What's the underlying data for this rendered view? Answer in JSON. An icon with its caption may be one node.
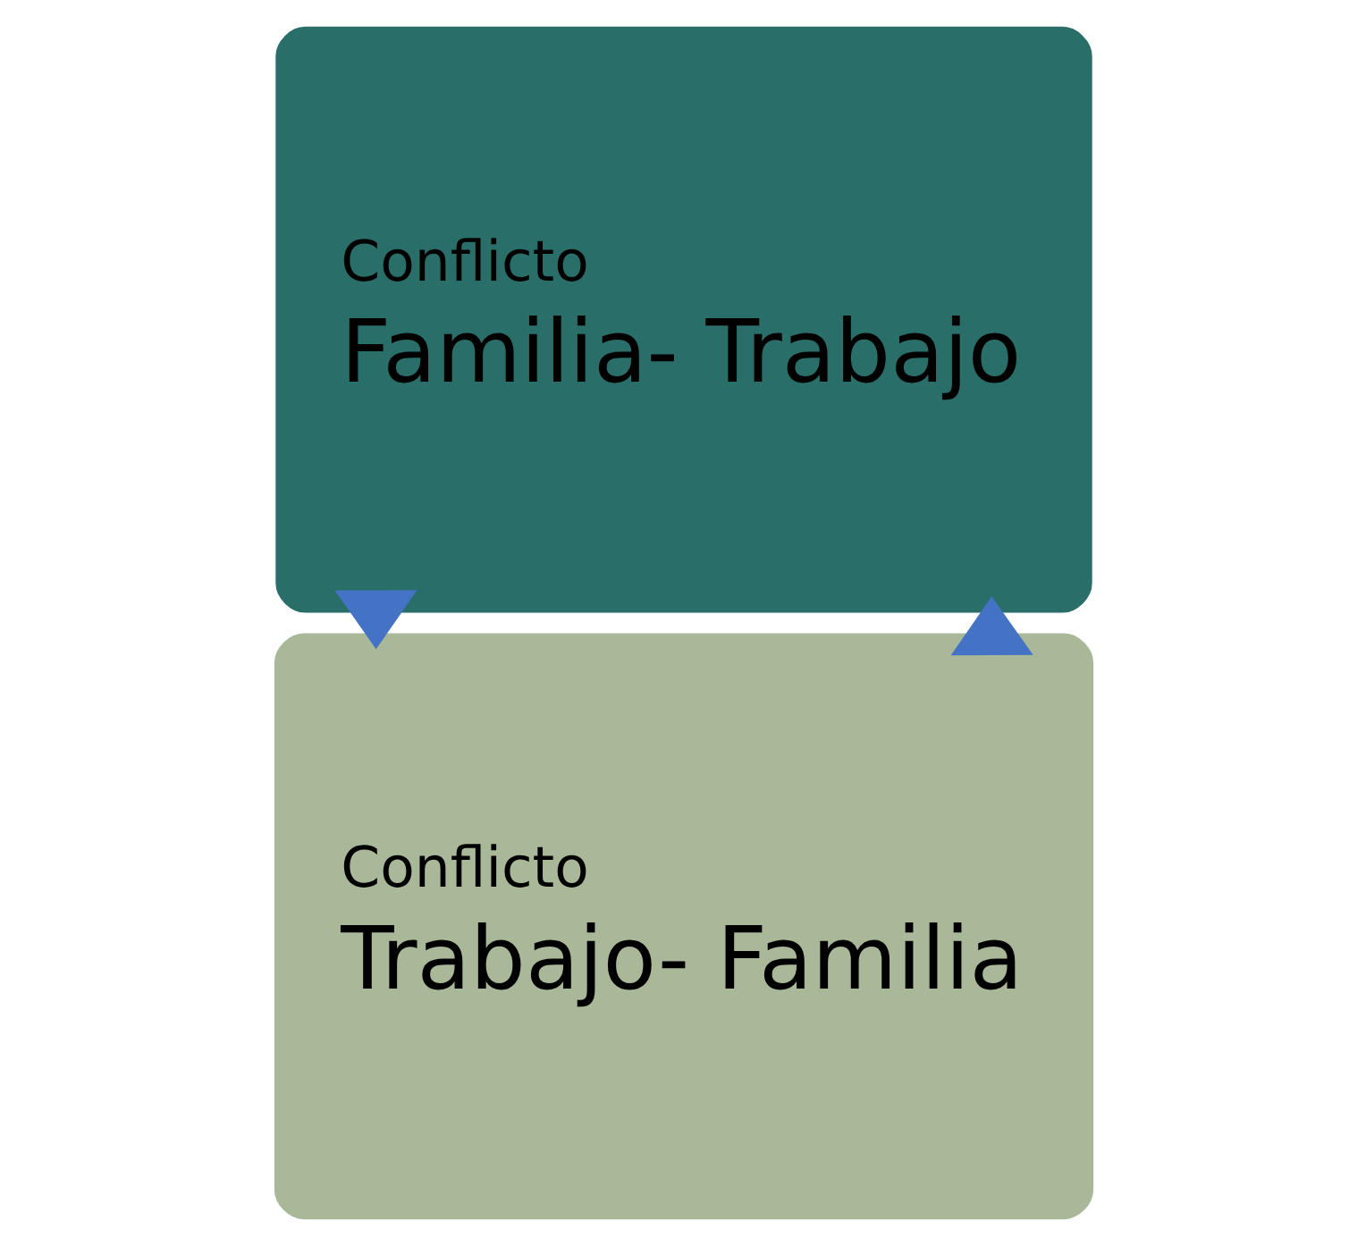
{
  "diagram": {
    "nodes": [
      {
        "text": [
          "Conflicto",
          "Trabajo- Familia"
        ]
      },
      {
        "text": [
          "Conflicto",
          "Familia- Trabajo"
        ]
      }
    ],
    "edges": [
      {
        "from": 0,
        "to": 1,
        "arrow": "to",
        "style": "thick",
        "color": "#4472c4"
      },
      {
        "from": 1,
        "to": 0,
        "arrow": "to",
        "style": "thick",
        "color": "#4472c4"
      }
    ]
  }
}
